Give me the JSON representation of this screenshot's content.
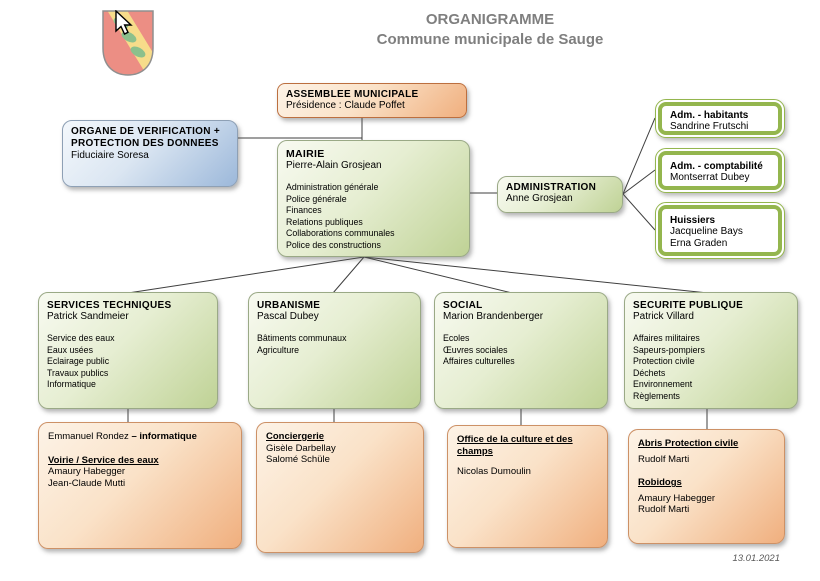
{
  "title": {
    "line1": "ORGANIGRAMME",
    "line2": "Commune municipale de Sauge"
  },
  "date": "13.01.2021",
  "assemblee": {
    "title": "ASSEMBLEE MUNICIPALE",
    "subtitle": "Présidence : Claude Poffet"
  },
  "organe": {
    "title": "ORGANE DE VERIFICATION + PROTECTION DES DONNEES",
    "subtitle": "Fiduciaire Soresa"
  },
  "mairie": {
    "title": "MAIRIE",
    "name": "Pierre-Alain Grosjean",
    "items": [
      "Administration générale",
      "Police générale",
      "Finances",
      "Relations publiques",
      "Collaborations communales",
      "Police des constructions"
    ]
  },
  "administration": {
    "title": "ADMINISTRATION",
    "name": "Anne Grosjean"
  },
  "admin_subs": [
    {
      "title": "Adm. - habitants",
      "names": [
        "Sandrine Frutschi"
      ]
    },
    {
      "title": "Adm. - comptabilité",
      "names": [
        "Montserrat Dubey"
      ]
    },
    {
      "title": "Huissiers",
      "names": [
        "Jacqueline Bays",
        "Erna Graden"
      ]
    }
  ],
  "departments": [
    {
      "title": "SERVICES TECHNIQUES",
      "name": "Patrick Sandmeier",
      "items": [
        "Service des eaux",
        "Eaux usées",
        "Eclairage public",
        "Travaux publics",
        "Informatique"
      ]
    },
    {
      "title": "URBANISME",
      "name": "Pascal Dubey",
      "items": [
        "Bâtiments communaux",
        "Agriculture"
      ]
    },
    {
      "title": "SOCIAL",
      "name": "Marion Brandenberger",
      "items": [
        "Ecoles",
        "Œuvres sociales",
        "Affaires culturelles"
      ]
    },
    {
      "title": "SECURITE PUBLIQUE",
      "name": "Patrick Villard",
      "items": [
        "Affaires militaires",
        "Sapeurs-pompiers",
        "Protection civile",
        "Déchets",
        "Environnement",
        "Règlements"
      ]
    }
  ],
  "staff": [
    {
      "lead_normal": "Emmanuel Rondez ",
      "lead_bold": "– informatique",
      "section": "Voirie / Service des eaux",
      "names": [
        "Amaury Habegger",
        "Jean-Claude Mutti"
      ]
    },
    {
      "section": "Conciergerie",
      "names": [
        "Gisèle Darbellay",
        "Salomé Schüle"
      ]
    },
    {
      "section": "Office de la culture et des champs",
      "names": [
        "Nicolas Dumoulin"
      ]
    },
    {
      "sections": [
        {
          "title": "Abris Protection civile",
          "names": [
            "Rudolf Marti"
          ]
        },
        {
          "title": "Robidogs",
          "names": [
            "Amaury Habegger",
            "Rudolf Marti"
          ]
        }
      ]
    }
  ],
  "coat_of_arms": {
    "shield_red": "#ec8e84",
    "band_yellow": "#f7dc8a",
    "leaf_green": "#8cc08c"
  },
  "colors": {
    "green_accent": "#94b64e",
    "green_fill": "#c3d69b",
    "orange_fill": "#f2b183",
    "blue_fill": "#9cb8da",
    "title_gray": "#7f7f7f",
    "connector": "#3f3f3f",
    "date_gray": "#595959"
  }
}
